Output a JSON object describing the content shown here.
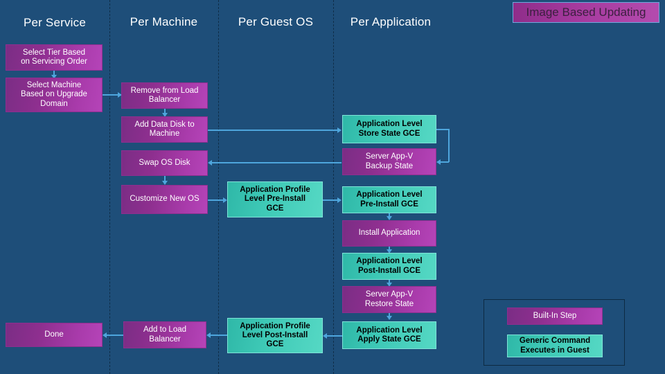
{
  "title": {
    "text": "Image Based Updating",
    "accent_bg": "#a63a9e",
    "border": "#6fa8dc",
    "text_color": "#3c2040"
  },
  "background_color": "#1e4e79",
  "columns": [
    {
      "label": "Per Service"
    },
    {
      "label": "Per Machine"
    },
    {
      "label": "Per Guest OS"
    },
    {
      "label": "Per Application"
    }
  ],
  "nodes": {
    "select_tier": "Select Tier Based\non Servicing Order",
    "select_machine": "Select Machine\nBased on Upgrade\nDomain",
    "done": "Done",
    "remove_lb": "Remove from Load\nBalancer",
    "add_data_disk": "Add Data Disk to\nMachine",
    "swap_os_disk": "Swap OS Disk",
    "customize_new_os": "Customize New OS",
    "add_to_lb": "Add to Load\nBalancer",
    "app_profile_pre": "Application Profile\nLevel  Pre-Install\nGCE",
    "app_profile_post": "Application Profile\nLevel Post-Install\nGCE",
    "app_store_state": "Application Level\nStore State GCE",
    "server_appv_backup": "Server App-V\nBackup State",
    "app_pre_install": "Application Level\nPre-Install GCE",
    "install_application": "Install Application",
    "app_post_install": "Application Level\nPost-Install GCE",
    "server_appv_restore": "Server App-V\nRestore State",
    "app_apply_state": "Application Level\nApply State GCE"
  },
  "legend": {
    "built_in_step": "Built-In Step",
    "generic_command": "Generic Command\nExecutes in Guest",
    "built_in_color": "#a93bab",
    "generic_color": "#3ec9b6"
  }
}
